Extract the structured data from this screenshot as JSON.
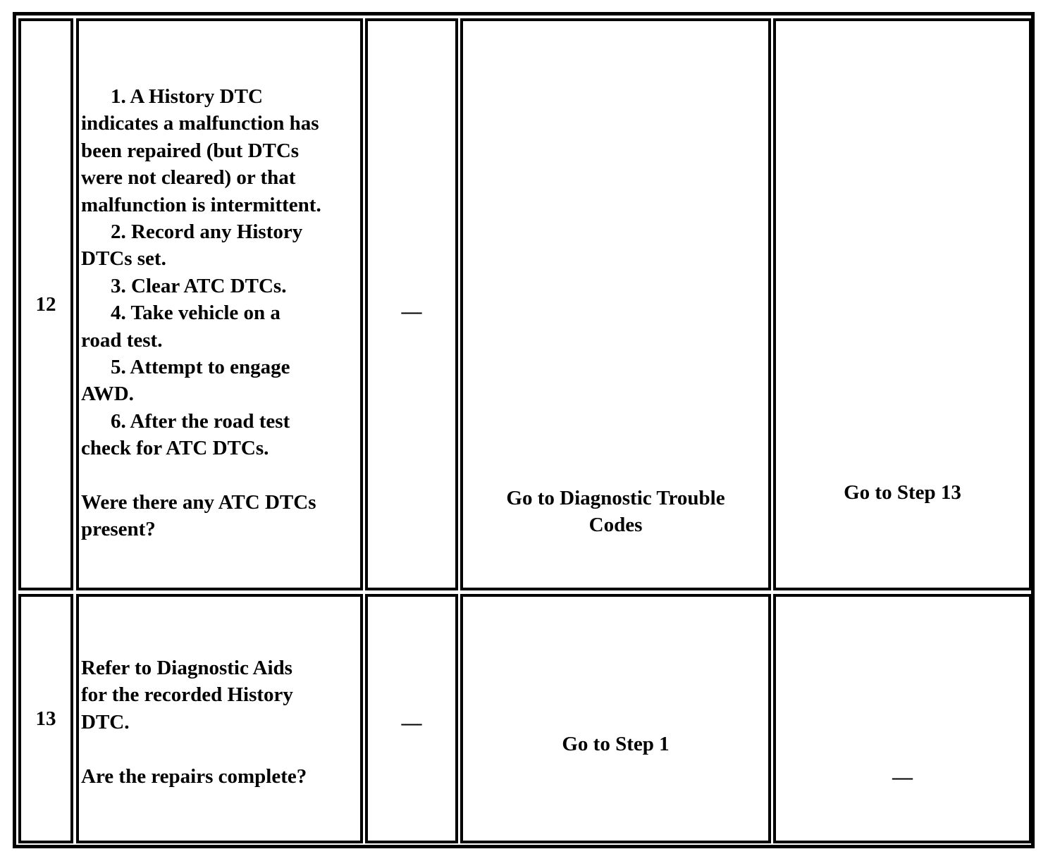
{
  "rows": [
    {
      "step": "12",
      "action": [
        "1. A History DTC",
        "indicates a malfunction has",
        "been repaired (but DTCs",
        "were not cleared) or that",
        "malfunction is intermittent.",
        "2. Record any History",
        "DTCs set.",
        "3. Clear ATC DTCs.",
        "4. Take vehicle on a",
        "road test.",
        "5. Attempt to engage",
        "AWD.",
        "6. After the road test",
        "check for ATC DTCs.",
        "",
        "Were there any ATC DTCs",
        "present?"
      ],
      "value": "—",
      "yes": [
        "Go to Diagnostic Trouble",
        "Codes"
      ],
      "no": "Go to Step  13"
    },
    {
      "step": "13",
      "action": [
        "Refer to Diagnostic Aids",
        "for the recorded History",
        "DTC.",
        "",
        "Are the repairs complete?"
      ],
      "value": "—",
      "yes": "Go to Step  1",
      "no": "—"
    }
  ]
}
